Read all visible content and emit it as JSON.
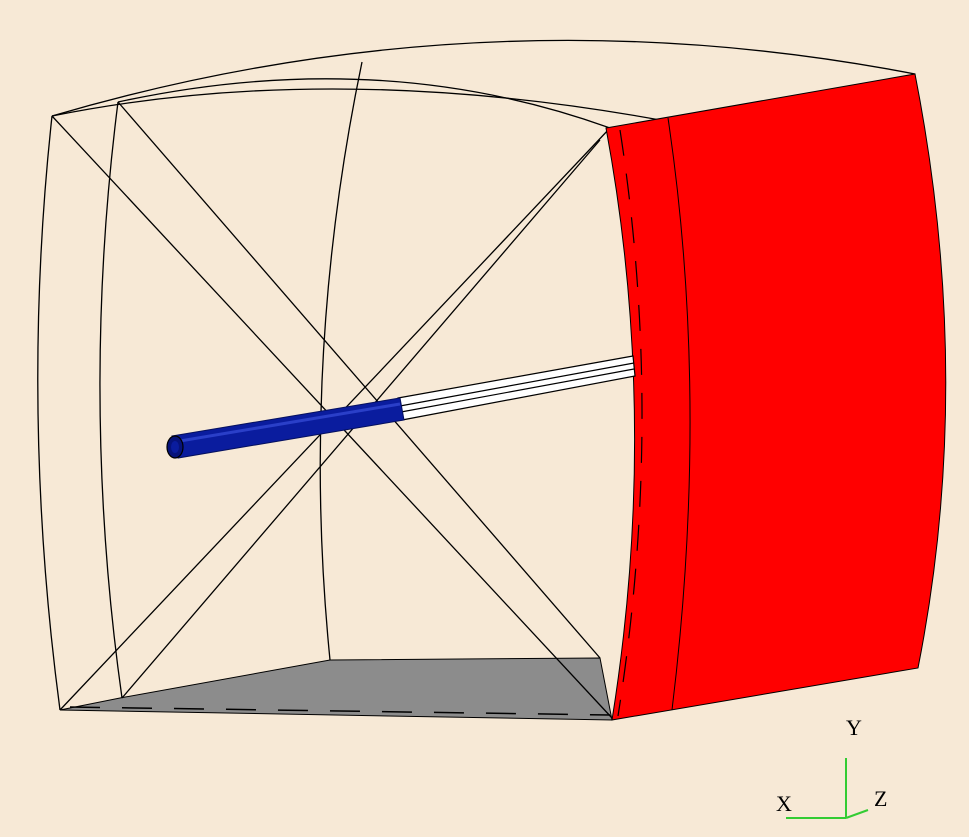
{
  "viewport": {
    "background_color": "#F7E9D6"
  },
  "model": {
    "wireframe_color": "#000000",
    "end_face_color": "#FF0000",
    "floor_face_color": "#8C8C8C",
    "rod_color": "#0A1C9E",
    "rod_highlight_color": "#2A3FC8"
  },
  "axes": {
    "color": "#33CC33",
    "labels": {
      "x": "X",
      "y": "Y",
      "z": "Z"
    }
  }
}
